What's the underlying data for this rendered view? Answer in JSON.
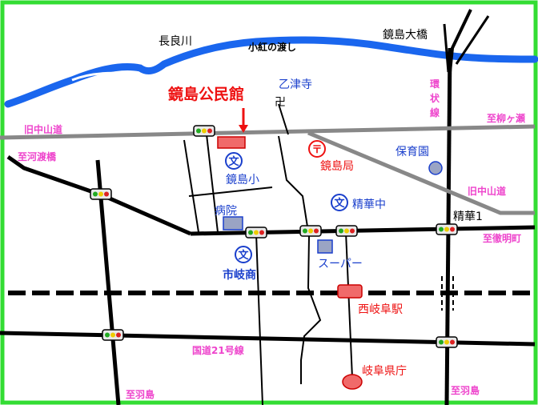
{
  "map": {
    "title": "鏡島公民館",
    "colors": {
      "frame": "#33dd33",
      "river": "#1a66ee",
      "road": "#000000",
      "old_road": "#888888",
      "pink_label": "#ee44cc",
      "blue_label": "#1a3fcc",
      "red": "#ee1111",
      "marker_fill": "#f06a6a",
      "building_fill": "#9aa4c4"
    },
    "labels": {
      "river_name": "長良川",
      "ferry": "小紅の渡し",
      "bridge": "鏡島大橋",
      "temple": "乙津寺",
      "temple_symbol": "卍",
      "ring_road": "環状線",
      "kyu_nakasendo_left": "旧中山道",
      "kyu_nakasendo_right": "旧中山道",
      "to_yanagase": "至柳ヶ瀬",
      "to_kawatohashi": "至河渡橋",
      "school_symbol": "文",
      "school_kagashima": "鏡島小",
      "post_symbol": "〒",
      "post_office": "鏡島局",
      "nursery": "保育園",
      "school_seika": "精華中",
      "hospital": "病院",
      "seika1": "精華1",
      "to_tetsumei": "至徹明町",
      "school_ichigisho": "市岐商",
      "supermarket": "スーパー",
      "station": "西岐阜駅",
      "route21": "国道21号線",
      "pref_office": "岐阜県庁",
      "to_hashima_left": "至羽島",
      "to_hashima_right": "至羽島"
    },
    "icons": {
      "traffic_light": "traffic-light-icon",
      "school": "school-icon",
      "post": "post-office-icon",
      "temple": "temple-icon",
      "arrow": "arrow-down-icon"
    }
  }
}
